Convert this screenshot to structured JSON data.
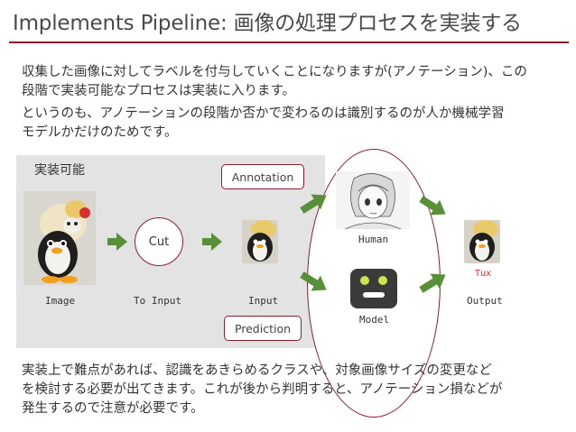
{
  "title": "Implements Pipeline: 画像の処理プロセスを実装する",
  "intro": {
    "line1": "収集した画像に対してラベルを付与していくことになりますが(アノテーション)、この",
    "line2": "段階で実装可能なプロセスは実装に入ります。",
    "line3": "というのも、アノテーションの段階か否かで変わるのは識別するのが人か機械学習",
    "line4": "モデルかだけのためです。"
  },
  "diagram": {
    "panel_label": "実装可能",
    "image_label": "Image",
    "to_input_label": "To Input",
    "cut_label": "Cut",
    "input_label": "Input",
    "annotation_label": "Annotation",
    "prediction_label": "Prediction",
    "human_label": "Human",
    "model_label": "Model",
    "output_label": "Output",
    "tux_label": "Tux"
  },
  "closing": {
    "line1": "実装上で難点があれば、認識をあきらめるクラスや、対象画像サイズの変更など",
    "line2": "を検討する必要が出てきます。これが後から判明すると、アノテーション損などが",
    "line3": "発生するので注意が必要です。"
  },
  "colors": {
    "accent": "#8c1f2c",
    "arrow": "#5a8f3a",
    "panel": "#e3e3e3",
    "tux_label": "#d9252b",
    "robot_eye": "#c8e84a"
  },
  "icons": {
    "image_photo": "plush-toys-photo",
    "input_photo": "cropped-penguin-photo",
    "human": "manga-character-sketch",
    "model": "robot-face-icon",
    "output_photo": "cropped-penguin-photo"
  }
}
